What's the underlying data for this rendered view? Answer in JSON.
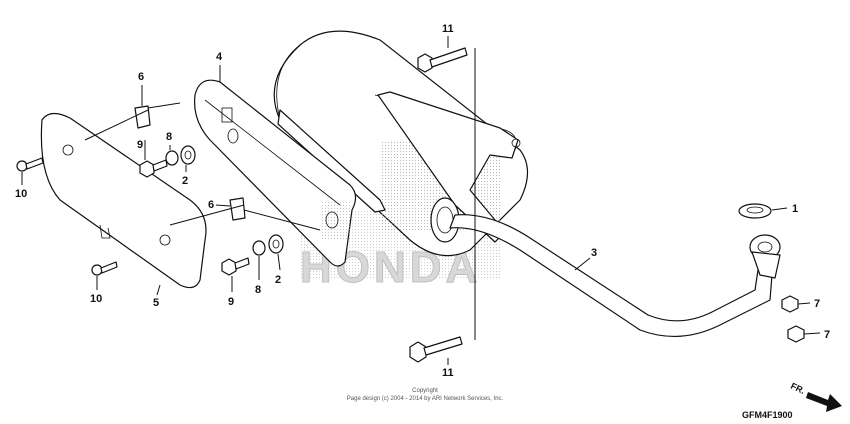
{
  "watermark": "HONDA",
  "copyright_line1": "Copyright",
  "copyright_line2": "Page design (c) 2004 - 2014 by ARI Network Services, Inc.",
  "diagram_code": "GFM4F1900",
  "direction_label": "FR.",
  "part_numbers": {
    "p1": "1",
    "p2a": "2",
    "p2b": "2",
    "p3": "3",
    "p4": "4",
    "p5": "5",
    "p6a": "6",
    "p6b": "6",
    "p7a": "7",
    "p7b": "7",
    "p8a": "8",
    "p8b": "8",
    "p9a": "9",
    "p9b": "9",
    "p10a": "10",
    "p10b": "10",
    "p11a": "11",
    "p11b": "11"
  }
}
